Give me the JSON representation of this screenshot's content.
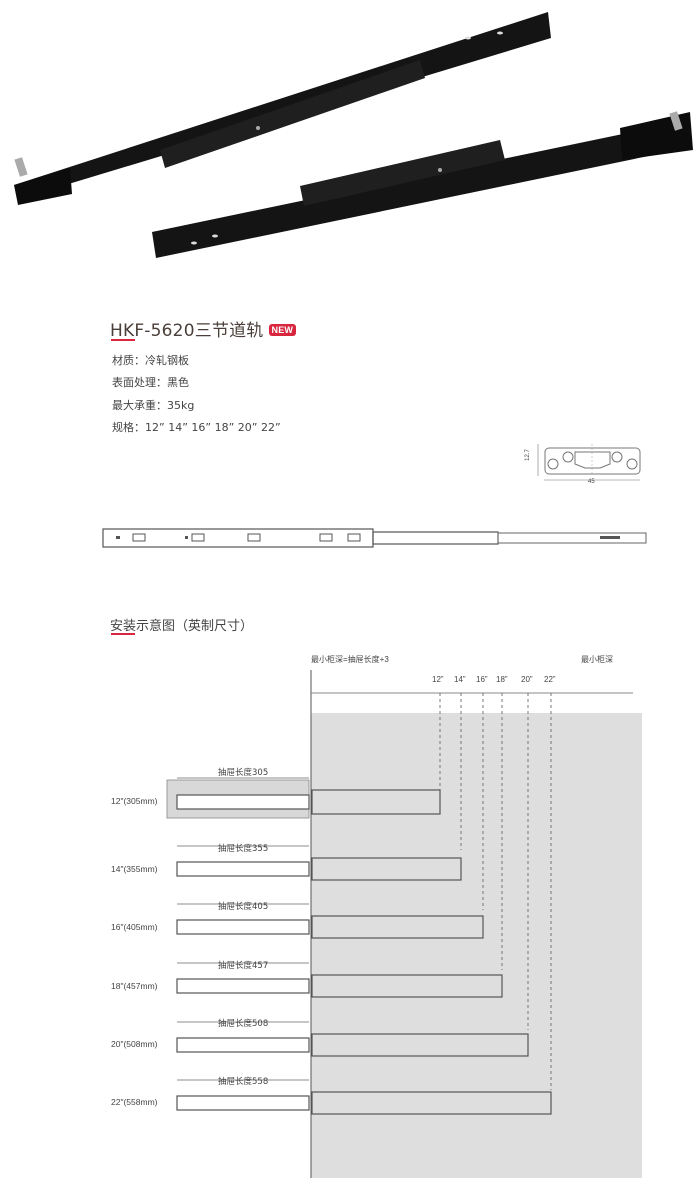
{
  "product": {
    "title": "HKF-5620三节道轨",
    "badge": "NEW",
    "specs": [
      {
        "label": "材质：",
        "value": "冷轧钢板"
      },
      {
        "label": "表面处理：",
        "value": "黑色"
      },
      {
        "label": "最大承重：",
        "value": "35kg"
      },
      {
        "label": "规格：",
        "value": "12” 14” 16” 18” 20” 22”"
      }
    ],
    "accent_color": "#d7263d"
  },
  "cross_section": {
    "height_label": "12.7",
    "width_label": "45"
  },
  "diagram": {
    "section_title": "安装示意图（英制尺寸）",
    "min_depth_formula": "最小柜深=抽屉长度+3",
    "min_depth_label": "最小柜深",
    "depth_marks": [
      "12”",
      "14”",
      "16”",
      "18”",
      "20”",
      "22”"
    ],
    "rows": [
      {
        "size": "12\"(305mm)",
        "drawer_length": "抽屉长度305"
      },
      {
        "size": "14\"(355mm)",
        "drawer_length": "抽屉长度355"
      },
      {
        "size": "16\"(405mm)",
        "drawer_length": "抽屉长度405"
      },
      {
        "size": "18\"(457mm)",
        "drawer_length": "抽屉长度457"
      },
      {
        "size": "20\"(508mm)",
        "drawer_length": "抽屉长度508"
      },
      {
        "size": "22\"(558mm)",
        "drawer_length": "抽屉长度558"
      }
    ]
  }
}
